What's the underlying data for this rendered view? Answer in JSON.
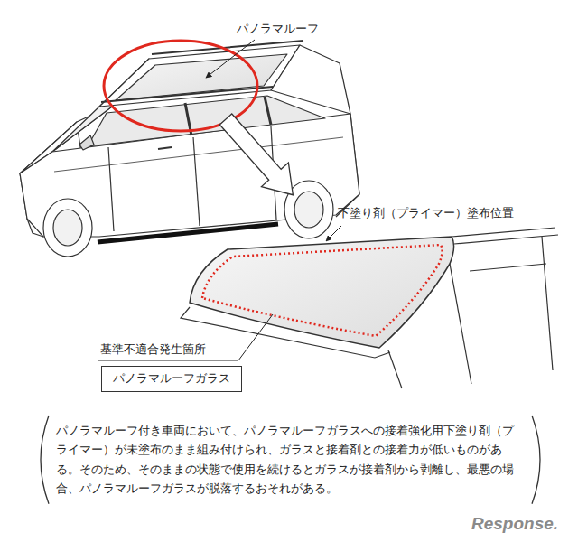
{
  "diagram": {
    "nodes": [
      {
        "text": [
          "基準不適合発生箇所",
          "パノラマルーフガラス"
        ]
      },
      {
        "text": [
          "パノラマルーフ付き車両において、パノラマルーフガラスへの接着強化用下塗り剤（プライマー）が未塗布のまま組み付けられ、ガラスと接着剤との接着力が低いものがある。そのため、そのままの状態で使用を続けるとガラスが接着剤から剥離し、最悪の場合、パノラマルーフガラスが脱落するおそれがある。"
        ]
      }
    ],
    "labels": [
      "パノラマルーフ",
      "下塗り剤（プライマー）塗布位置",
      "Response."
    ]
  }
}
